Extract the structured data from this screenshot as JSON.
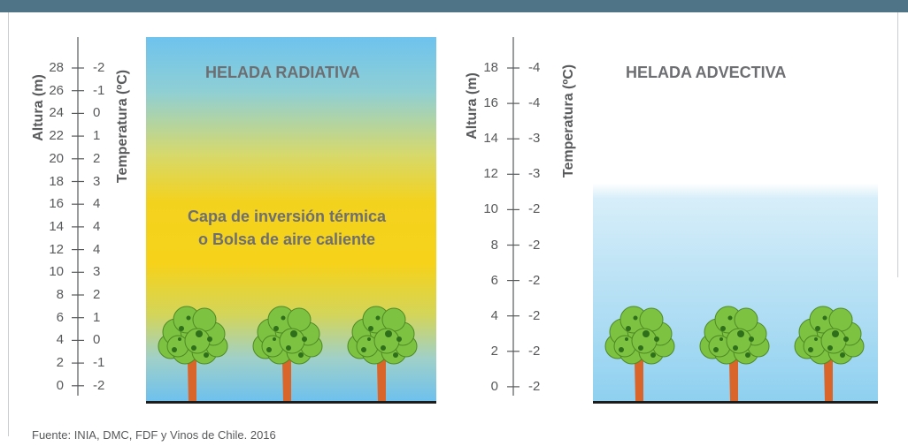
{
  "source_note": "Fuente: INIA, DMC, FDF y Vinos de Chile. 2016",
  "colors": {
    "header_bar": "#4f7387",
    "tree_foliage": "#7ec242",
    "tree_trunk": "#d9652b",
    "ground": "#1c1c1c"
  },
  "radiative": {
    "title": "HELADA RADIATIVA",
    "inversion_line1": "Capa de inversión térmica",
    "inversion_line2": "o Bolsa de aire caliente",
    "height_axis_title": "Altura (m)",
    "temp_axis_title": "Temperatura (ºC)",
    "ticks": [
      {
        "height": "28",
        "temp": "-2"
      },
      {
        "height": "26",
        "temp": "-1"
      },
      {
        "height": "24",
        "temp": "0"
      },
      {
        "height": "22",
        "temp": "1"
      },
      {
        "height": "20",
        "temp": "2"
      },
      {
        "height": "18",
        "temp": "3"
      },
      {
        "height": "16",
        "temp": "4"
      },
      {
        "height": "14",
        "temp": "4"
      },
      {
        "height": "12",
        "temp": "4"
      },
      {
        "height": "10",
        "temp": "3"
      },
      {
        "height": "8",
        "temp": "2"
      },
      {
        "height": "6",
        "temp": "1"
      },
      {
        "height": "4",
        "temp": "0"
      },
      {
        "height": "2",
        "temp": "-1"
      },
      {
        "height": "0",
        "temp": "-2"
      }
    ]
  },
  "advective": {
    "title": "HELADA ADVECTIVA",
    "height_axis_title": "Altura (m)",
    "temp_axis_title": "Temperatura (ºC)",
    "ticks": [
      {
        "height": "18",
        "temp": "-4"
      },
      {
        "height": "16",
        "temp": "-4"
      },
      {
        "height": "14",
        "temp": "-3"
      },
      {
        "height": "12",
        "temp": "-3"
      },
      {
        "height": "10",
        "temp": "-2"
      },
      {
        "height": "8",
        "temp": "-2"
      },
      {
        "height": "6",
        "temp": "-2"
      },
      {
        "height": "4",
        "temp": "-2"
      },
      {
        "height": "2",
        "temp": "-2"
      },
      {
        "height": "0",
        "temp": "-2"
      }
    ]
  }
}
